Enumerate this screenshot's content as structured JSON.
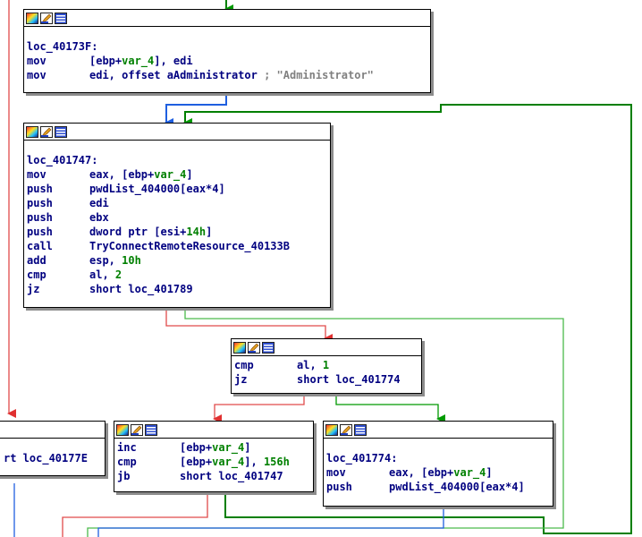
{
  "colors": {
    "true_edge": "#009900",
    "false_edge": "#e04a4a",
    "uncond_edge": "#1f5fe0",
    "ret_edge": "#007f00",
    "text": "#000080",
    "var": "#008000",
    "comment": "#808080"
  },
  "nodes": {
    "n1": {
      "icons": [
        "graph-color-icon",
        "rename-icon",
        "node-list-icon"
      ],
      "label": "loc_40173F:",
      "lines": [
        {
          "mnem": "mov",
          "ops": [
            {
              "t": "[ebp+",
              "c": "txt"
            },
            {
              "t": "var_4",
              "c": "var"
            },
            {
              "t": "], edi",
              "c": "txt"
            }
          ]
        },
        {
          "mnem": "mov",
          "ops": [
            {
              "t": "edi, offset aAdministrator",
              "c": "txt"
            },
            {
              "t": " ; \"Administrator\"",
              "c": "cmt"
            }
          ]
        }
      ]
    },
    "n2": {
      "icons": [
        "graph-color-icon",
        "rename-icon",
        "node-list-icon"
      ],
      "label": "loc_401747:",
      "lines": [
        {
          "mnem": "mov",
          "ops": [
            {
              "t": "eax, [ebp+",
              "c": "txt"
            },
            {
              "t": "var_4",
              "c": "var"
            },
            {
              "t": "]",
              "c": "txt"
            }
          ]
        },
        {
          "mnem": "push",
          "ops": [
            {
              "t": "pwdList_404000[eax*4]",
              "c": "txt"
            }
          ]
        },
        {
          "mnem": "push",
          "ops": [
            {
              "t": "edi",
              "c": "txt"
            }
          ]
        },
        {
          "mnem": "push",
          "ops": [
            {
              "t": "ebx",
              "c": "txt"
            }
          ]
        },
        {
          "mnem": "push",
          "ops": [
            {
              "t": "dword ptr [esi+",
              "c": "txt"
            },
            {
              "t": "14h",
              "c": "var"
            },
            {
              "t": "]",
              "c": "txt"
            }
          ]
        },
        {
          "mnem": "call",
          "ops": [
            {
              "t": "TryConnectRemoteResource_40133B",
              "c": "txt"
            }
          ]
        },
        {
          "mnem": "add",
          "ops": [
            {
              "t": "esp, ",
              "c": "txt"
            },
            {
              "t": "10h",
              "c": "var"
            }
          ]
        },
        {
          "mnem": "cmp",
          "ops": [
            {
              "t": "al, ",
              "c": "txt"
            },
            {
              "t": "2",
              "c": "var"
            }
          ]
        },
        {
          "mnem": "jz",
          "ops": [
            {
              "t": "short loc_401789",
              "c": "txt"
            }
          ]
        }
      ]
    },
    "n3": {
      "icons": [
        "graph-color-icon",
        "rename-icon",
        "node-list-icon"
      ],
      "lines": [
        {
          "mnem": "cmp",
          "ops": [
            {
              "t": "al, ",
              "c": "txt"
            },
            {
              "t": "1",
              "c": "var"
            }
          ]
        },
        {
          "mnem": "jz",
          "ops": [
            {
              "t": "short loc_401774",
              "c": "txt"
            }
          ]
        }
      ]
    },
    "n4": {
      "lines": [
        {
          "mnem": "",
          "ops": [
            {
              "t": "rt loc_40177E",
              "c": "txt"
            }
          ]
        }
      ]
    },
    "n5": {
      "icons": [
        "graph-color-icon",
        "rename-icon",
        "node-list-icon"
      ],
      "lines": [
        {
          "mnem": "inc",
          "ops": [
            {
              "t": "[ebp+",
              "c": "txt"
            },
            {
              "t": "var_4",
              "c": "var"
            },
            {
              "t": "]",
              "c": "txt"
            }
          ]
        },
        {
          "mnem": "cmp",
          "ops": [
            {
              "t": "[ebp+",
              "c": "txt"
            },
            {
              "t": "var_4",
              "c": "var"
            },
            {
              "t": "], ",
              "c": "txt"
            },
            {
              "t": "156h",
              "c": "var"
            }
          ]
        },
        {
          "mnem": "jb",
          "ops": [
            {
              "t": "short loc_401747",
              "c": "txt"
            }
          ]
        }
      ]
    },
    "n6": {
      "icons": [
        "graph-color-icon",
        "rename-icon",
        "node-list-icon"
      ],
      "label": "loc_401774:",
      "lines": [
        {
          "mnem": "mov",
          "ops": [
            {
              "t": "eax, [ebp+",
              "c": "txt"
            },
            {
              "t": "var_4",
              "c": "var"
            },
            {
              "t": "]",
              "c": "txt"
            }
          ]
        },
        {
          "mnem": "push",
          "ops": [
            {
              "t": "pwdList_404000[eax*4]",
              "c": "txt"
            }
          ]
        }
      ]
    }
  }
}
